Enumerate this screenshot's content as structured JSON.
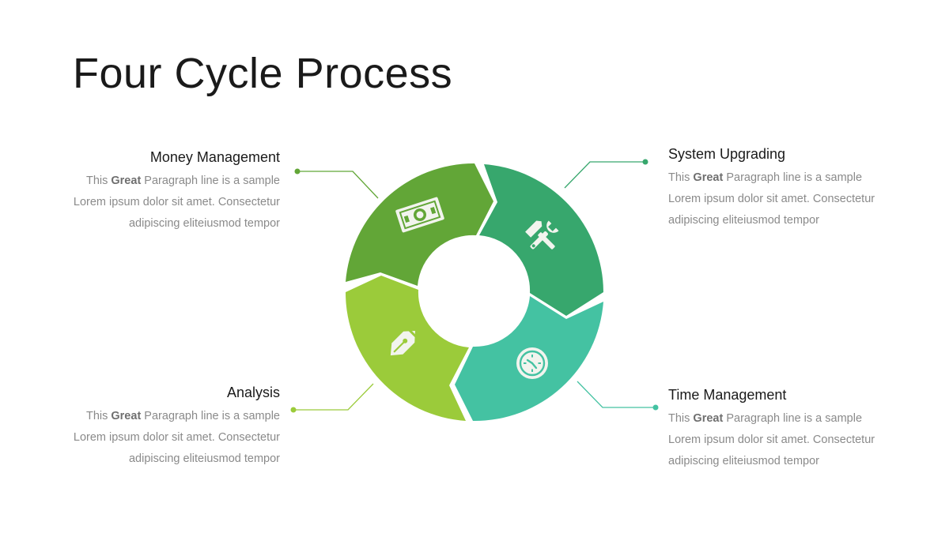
{
  "title": "Four Cycle Process",
  "colors": {
    "money": "#62a637",
    "system": "#37a76d",
    "analysis": "#9bcb3a",
    "time": "#44c2a2",
    "icon": "#f2f4ee"
  },
  "items": {
    "money": {
      "heading": "Money Management",
      "pre": "This ",
      "bold": "Great",
      "post": " Paragraph line is a sample",
      "line2": "Lorem ipsum dolor sit amet. Consectetur",
      "line3": "adipiscing eliteiusmod tempor",
      "icon": "money-icon"
    },
    "system": {
      "heading": "System Upgrading",
      "pre": "This ",
      "bold": "Great",
      "post": " Paragraph line is a sample",
      "line2": "Lorem ipsum dolor sit amet. Consectetur",
      "line3": "adipiscing eliteiusmod tempor",
      "icon": "tools-icon"
    },
    "analysis": {
      "heading": "Analysis",
      "pre": "This ",
      "bold": "Great",
      "post": " Paragraph line is a sample",
      "line2": "Lorem ipsum dolor sit amet. Consectetur",
      "line3": "adipiscing eliteiusmod tempor",
      "icon": "pen-icon"
    },
    "time": {
      "heading": "Time Management",
      "pre": "This ",
      "bold": "Great",
      "post": " Paragraph line is a sample",
      "line2": "Lorem ipsum dolor sit amet. Consectetur",
      "line3": "adipiscing eliteiusmod tempor",
      "icon": "clock-icon"
    }
  }
}
